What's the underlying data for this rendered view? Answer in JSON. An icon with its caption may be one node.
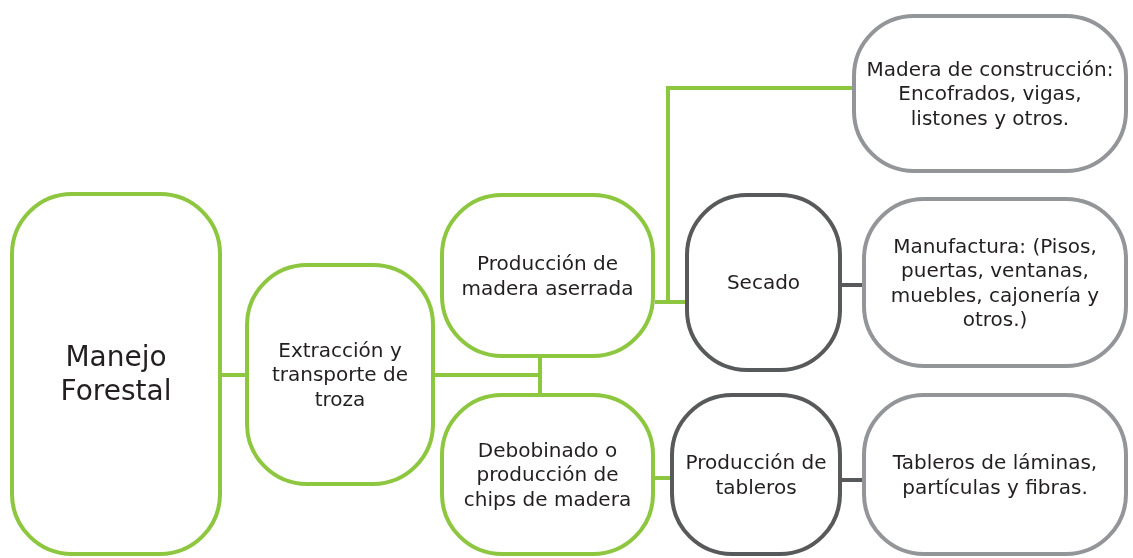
{
  "diagram": {
    "nodes": [
      {
        "text": [
          "Manejo Forestal"
        ]
      },
      {
        "text": [
          "Extracción y transporte de troza"
        ]
      },
      {
        "text": [
          "Producción de madera aserrada"
        ]
      },
      {
        "text": [
          "Debobinado o producción de chips de madera"
        ]
      },
      {
        "text": [
          "Secado"
        ]
      },
      {
        "text": [
          "Producción de tableros"
        ]
      },
      {
        "text": [
          "Madera de construcción: Encofrados, vigas, listones y otros."
        ]
      },
      {
        "text": [
          "Manufactura: (Pisos, puertas, ventanas, muebles, cajonería y otros.)"
        ]
      },
      {
        "text": [
          "Tableros de láminas, partículas y fibras."
        ]
      }
    ],
    "edges": [
      {
        "from": 0,
        "to": 1,
        "arrow": "none"
      },
      {
        "from": 1,
        "to": 2,
        "arrow": "none"
      },
      {
        "from": 1,
        "to": 3,
        "arrow": "none"
      },
      {
        "from": 2,
        "to": 4,
        "arrow": "none"
      },
      {
        "from": 2,
        "to": 6,
        "arrow": "none"
      },
      {
        "from": 4,
        "to": 7,
        "arrow": "none",
        "color": "#58595b"
      },
      {
        "from": 3,
        "to": 5,
        "arrow": "none"
      },
      {
        "from": 5,
        "to": 8,
        "arrow": "none",
        "color": "#58595b"
      }
    ]
  }
}
